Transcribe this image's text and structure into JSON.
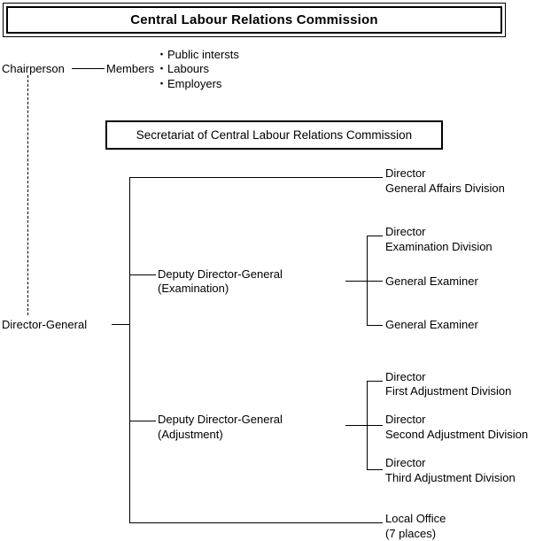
{
  "header": {
    "title": "Central Labour Relations Commission"
  },
  "commission": {
    "chairperson_label": "Chairperson",
    "members_label": "Members",
    "member_types": [
      "・Public intersts",
      "・Labours",
      "・Employers"
    ]
  },
  "secretariat": {
    "title": "Secretariat of Central Labour Relations Commission"
  },
  "org": {
    "director_general": "Director-General",
    "general_affairs": {
      "line1": "Director",
      "line2": "General Affairs Division"
    },
    "deputy_examination": {
      "line1": "Deputy Director-General",
      "line2": "(Examination)"
    },
    "examination_children": [
      {
        "line1": "Director",
        "line2": "Examination Division"
      },
      {
        "line1": "General Examiner",
        "line2": ""
      },
      {
        "line1": "General Examiner",
        "line2": ""
      }
    ],
    "deputy_adjustment": {
      "line1": "Deputy Director-General",
      "line2": "(Adjustment)"
    },
    "adjustment_children": [
      {
        "line1": "Director",
        "line2": "First Adjustment Division"
      },
      {
        "line1": "Director",
        "line2": "Second Adjustment Division"
      },
      {
        "line1": "Director",
        "line2": "Third Adjustment Division"
      }
    ],
    "local_office": {
      "line1": "Local Office",
      "line2": "(7 places)"
    }
  },
  "colors": {
    "ink": "#000000",
    "paper": "#ffffff"
  }
}
